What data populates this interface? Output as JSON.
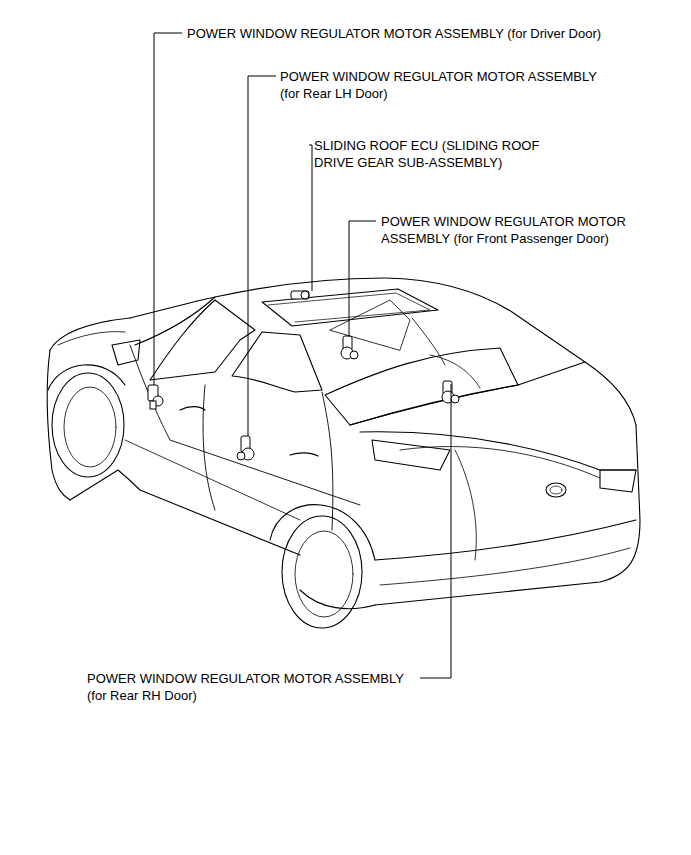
{
  "diagram": {
    "labels": [
      "POWER WINDOW REGULATOR MOTOR ASSEMBLY (for Driver Door)",
      "POWER WINDOW REGULATOR MOTOR ASSEMBLY (for Rear LH Door)",
      "SLIDING ROOF ECU (SLIDING ROOF DRIVE GEAR SUB-ASSEMBLY)",
      "POWER WINDOW REGULATOR MOTOR ASSEMBLY (for Front Passenger Door)",
      "POWER WINDOW REGULATOR MOTOR ASSEMBLY (for Rear RH Door)"
    ]
  }
}
